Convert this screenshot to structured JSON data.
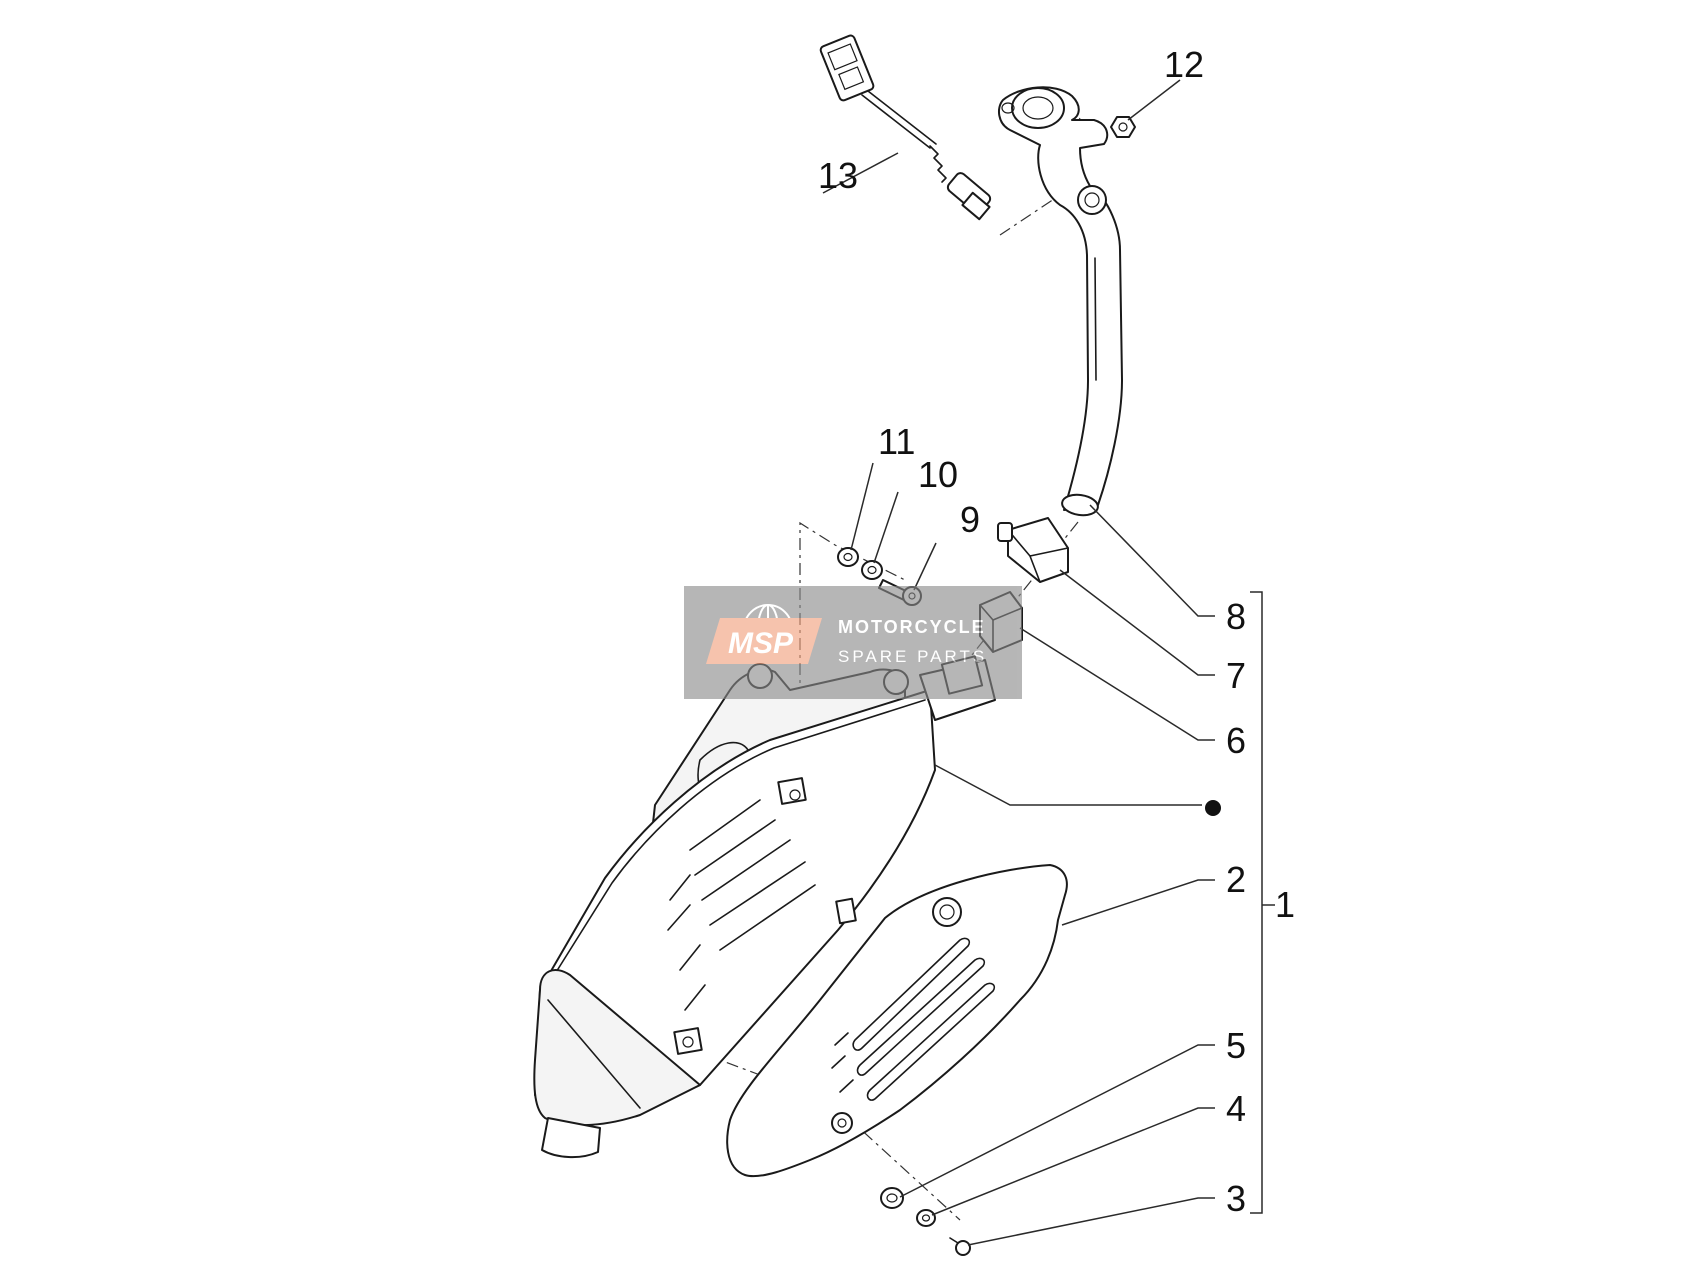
{
  "watermark": {
    "logo": "MSP",
    "line1": "MOTORCYCLE",
    "line2": "SPARE PARTS",
    "accent_color": "#f2a07b",
    "text_color": "#ffffff"
  },
  "callouts": {
    "n1": "1",
    "n2": "2",
    "n3": "3",
    "n4": "4",
    "n5": "5",
    "n6": "6",
    "n7": "7",
    "n8": "8",
    "n9": "9",
    "n10": "10",
    "n11": "11",
    "n12": "12",
    "n13": "13"
  }
}
